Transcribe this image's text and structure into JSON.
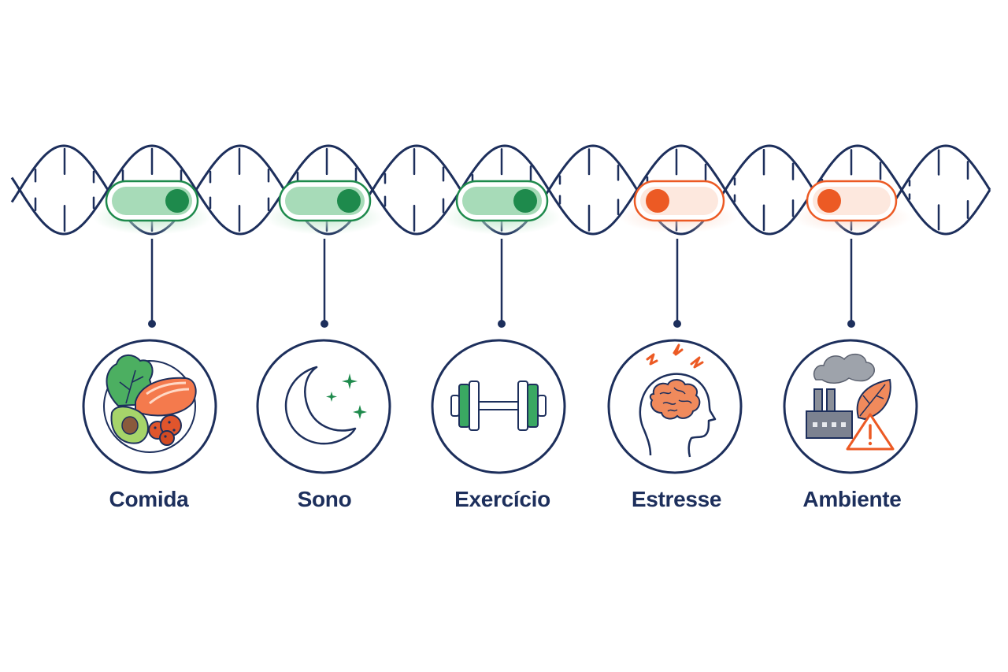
{
  "colors": {
    "navy": "#1d2f5c",
    "green_dark": "#1e8a4c",
    "green_light": "#a7dbb8",
    "orange": "#ec5a24",
    "orange_light": "#fde4d8",
    "gray": "#8a8f99"
  },
  "factors": [
    {
      "label": "Comida",
      "icon": "food-plate-icon",
      "switch_state": "on",
      "color": "#1e8a4c"
    },
    {
      "label": "Sono",
      "icon": "moon-stars-icon",
      "switch_state": "on",
      "color": "#1e8a4c"
    },
    {
      "label": "Exercício",
      "icon": "dumbbell-icon",
      "switch_state": "on",
      "color": "#1e8a4c"
    },
    {
      "label": "Estresse",
      "icon": "stressed-head-icon",
      "switch_state": "off",
      "color": "#ec5a24"
    },
    {
      "label": "Ambiente",
      "icon": "factory-pollution-icon",
      "switch_state": "off",
      "color": "#ec5a24"
    }
  ]
}
